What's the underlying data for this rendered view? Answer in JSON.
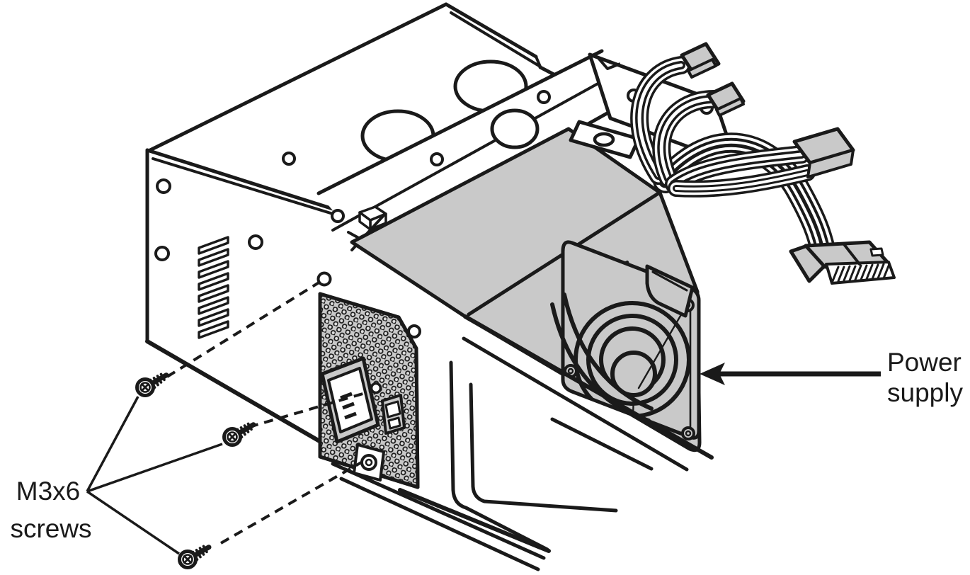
{
  "figure": {
    "description": "exploded-view line drawing: removing the power supply from a computer chassis",
    "colors": {
      "background": "#ffffff",
      "line": "#1a1a1a",
      "shading": "#c9c9c9"
    },
    "callouts": {
      "screws": {
        "line1": "M3x6",
        "line2": "screws",
        "count": 3
      },
      "power_supply": {
        "line1": "Power",
        "line2": "supply"
      }
    },
    "parts": [
      "chassis",
      "chassis-rear-panel",
      "vent-slots",
      "top-panel-fan-cutouts",
      "support-rail",
      "mounting-bracket",
      "power-supply-body",
      "perforated-rear-plate",
      "ac-power-inlet",
      "voltage-selector-switch",
      "cooling-fan",
      "cable-harness",
      "4-pin-connector",
      "4-pin-connector",
      "peripheral-connector",
      "atx-main-connector",
      "m3x6-screw",
      "m3x6-screw",
      "m3x6-screw"
    ]
  }
}
